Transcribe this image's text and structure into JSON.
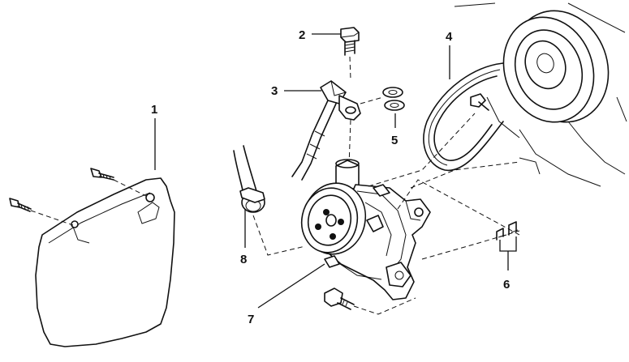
{
  "callouts": {
    "c1": "1",
    "c2": "2",
    "c3": "3",
    "c4": "4",
    "c5": "5",
    "c6": "6",
    "c7": "7",
    "c8": "8"
  },
  "colors": {
    "ink": "#111111",
    "paper": "#ffffff"
  }
}
